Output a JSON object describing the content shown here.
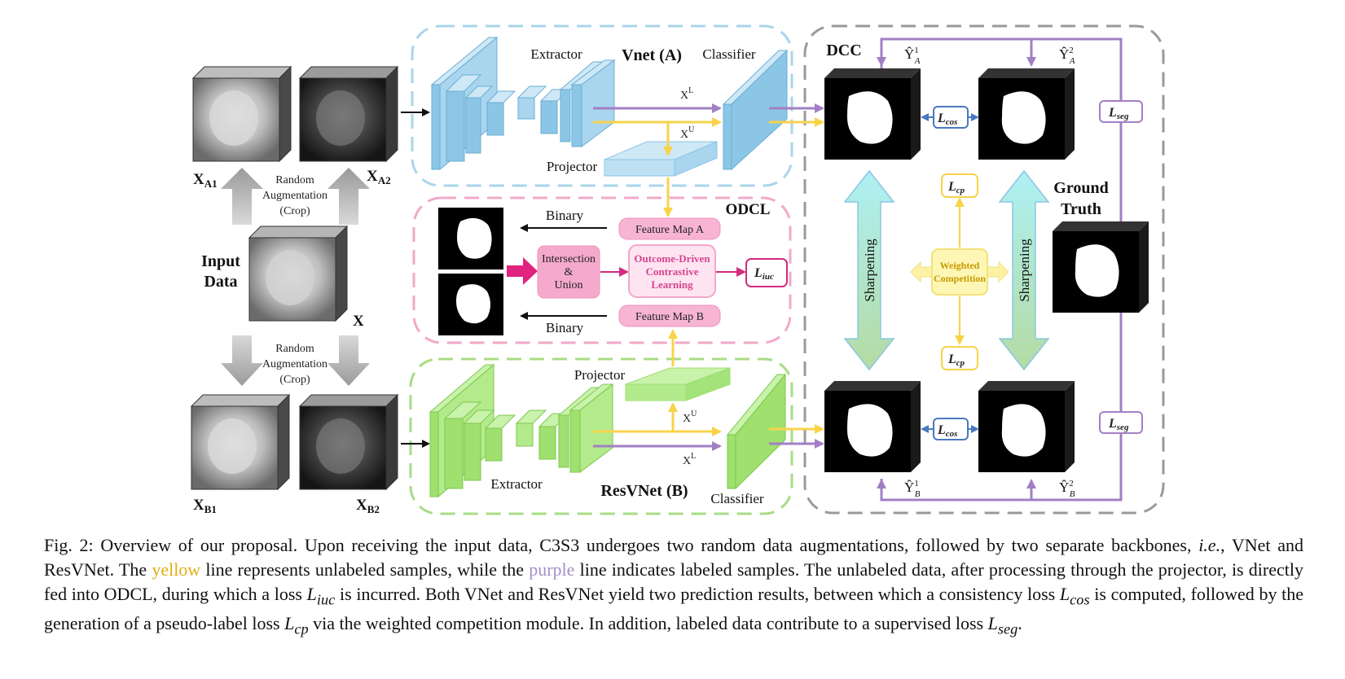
{
  "diagram": {
    "panels": {
      "vnet": "Vnet (A)",
      "resvnet": "ResVNet (B)",
      "odcl": "ODCL",
      "dcc": "DCC"
    },
    "components": {
      "extractor_a": "Extractor",
      "classifier_a": "Classifier",
      "projector_a": "Projector",
      "extractor_b": "Extractor",
      "classifier_b": "Classifier",
      "projector_b": "Projector"
    },
    "signals": {
      "xl": "X",
      "xl_sup": "L",
      "xu": "X",
      "xu_sup": "U"
    },
    "inputs": {
      "xa1": "X",
      "xa1_sub": "A1",
      "xa2": "X",
      "xa2_sub": "A2",
      "xb1": "X",
      "xb1_sub": "B1",
      "xb2": "X",
      "xb2_sub": "B2",
      "x": "X",
      "input_data_line1": "Input",
      "input_data_line2": "Data",
      "aug_line1": "Random",
      "aug_line2": "Augmentation",
      "aug_line3": "(Crop)"
    },
    "odcl": {
      "feature_map_a": "Feature Map A",
      "feature_map_b": "Feature Map B",
      "binary_top": "Binary",
      "binary_bottom": "Binary",
      "intersection_line1": "Intersection",
      "intersection_line2": "&",
      "intersection_line3": "Union",
      "odcl_line1": "Outcome-Driven",
      "odcl_line2": "Contrastive",
      "odcl_line3": "Learning",
      "liuc": "L",
      "liuc_sub": "iuc"
    },
    "dcc": {
      "lcos": "L",
      "lcos_sub": "cos",
      "lcp": "L",
      "lcp_sub": "cp",
      "lseg": "L",
      "lseg_sub": "seg",
      "sharpening": "Sharpening",
      "weighted_line1": "Weighted",
      "weighted_line2": "Competition",
      "ground_truth_line1": "Ground",
      "ground_truth_line2": "Truth",
      "y_hat": "Ŷ",
      "ya1_sup": "1",
      "ya1_sub": "A",
      "ya2_sup": "2",
      "ya2_sub": "A",
      "yb1_sup": "1",
      "yb1_sub": "B",
      "yb2_sup": "2",
      "yb2_sub": "B"
    },
    "colors": {
      "labeled": "#a27fc4",
      "unlabeled": "#f8d34a",
      "vnet_blue": "#8cc6e6",
      "resvnet_green": "#9fe06e",
      "odcl_pink": "#f3a6cc",
      "lcos_blue": "#4a78c0",
      "liuc_pink": "#d42a7f"
    }
  },
  "caption": {
    "p1": "Fig. 2: Overview of our proposal. Upon receiving the input data, C3S3 undergoes two random data augmentations, followed by two separate backbones, ",
    "ie": "i.e.",
    "p2": ", VNet and ResVNet. The ",
    "yellow": "yellow",
    "p3": " line represents unlabeled samples, while the ",
    "purple": "purple",
    "p4": " line indicates labeled samples. The unlabeled data, after processing through the projector, is directly fed into ODCL, during which a loss ",
    "liuc_L": "L",
    "liuc_sub": "iuc",
    "p5": " is incurred. Both VNet and ResVNet yield two prediction results, between which a consistency loss ",
    "lcos_L": "L",
    "lcos_sub": "cos",
    "p6": " is computed, followed by the generation of a pseudo-label loss ",
    "lcp_L": "L",
    "lcp_sub": "cp",
    "p7": " via the weighted competition module. In addition, labeled data contribute to a supervised loss ",
    "lseg_L": "L",
    "lseg_sub": "seg",
    "p8": "."
  }
}
